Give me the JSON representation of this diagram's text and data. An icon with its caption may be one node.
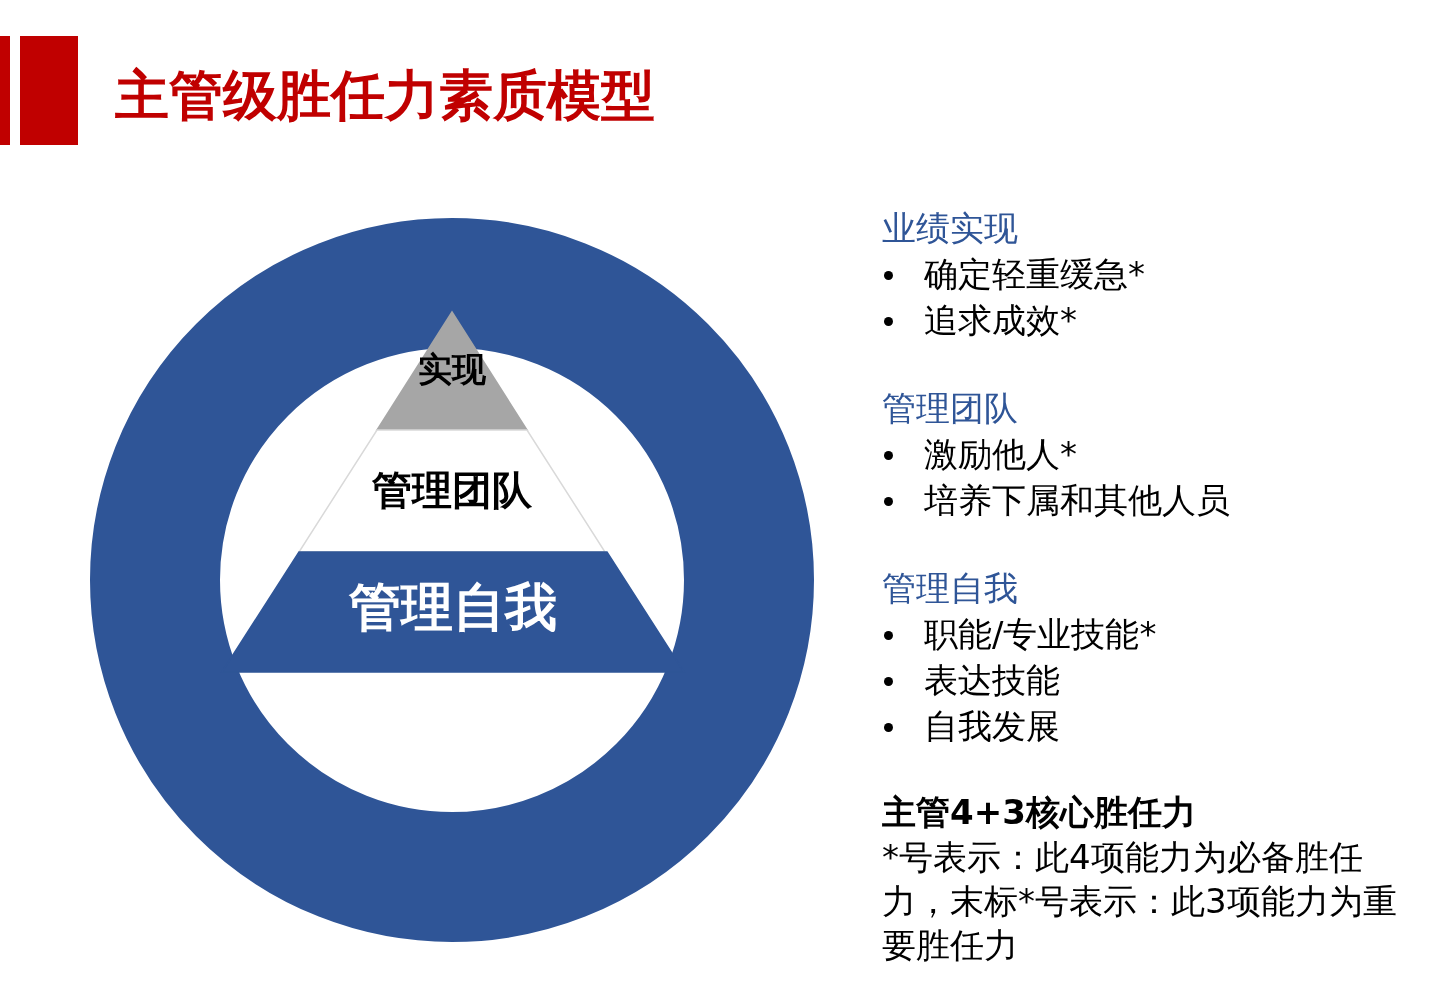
{
  "diagram": {
    "title": "主管级胜任力素质模型",
    "nodes": [
      {
        "text": [],
        "shape": "circle"
      },
      {
        "text": [
          "实现"
        ],
        "in": 0
      },
      {
        "text": [
          "管理团队"
        ],
        "in": 0
      },
      {
        "text": [
          "管理自我"
        ],
        "in": 0
      }
    ],
    "edges": [],
    "labels": [
      "业绩实现",
      "确定轻重缓急*",
      "追求成效*",
      "管理团队",
      "激励他人*",
      "培养下属和其他人员",
      "管理自我",
      "职能/专业技能*",
      "表达技能",
      "自我发展",
      "主管4+3核心胜任力",
      "*号表示：此4项能力为必备胜任力，末标*号表示：此3项能力为重要胜任力"
    ]
  }
}
